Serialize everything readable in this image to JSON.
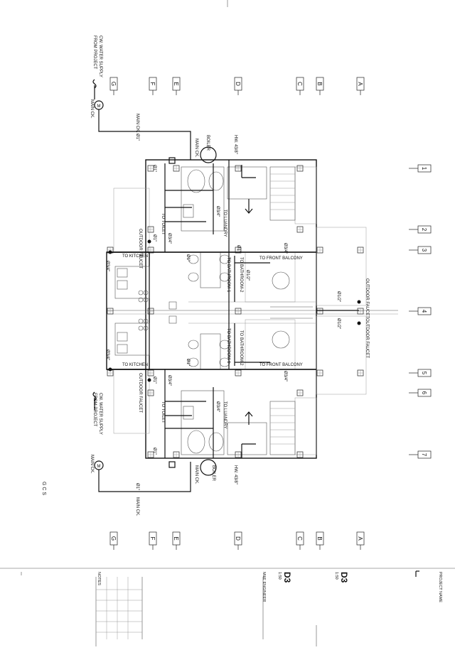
{
  "grid": {
    "rows": [
      "G",
      "F",
      "E",
      "D",
      "C",
      "B",
      "A"
    ],
    "cols": [
      "1",
      "2",
      "3",
      "4",
      "5",
      "6",
      "7"
    ]
  },
  "supply": {
    "top_line1": "CW. WATER SUPPLY",
    "top_line2": "FROM PROJECT",
    "bottom_line1": "CW. WATER SUPPLY",
    "bottom_line2": "FROM PROJECT",
    "meter": "M",
    "main_ck": "MAIN CK.",
    "main_ck2": "MAIN CK.",
    "size_1in": "Ø1\"",
    "boiler": "BOILER",
    "hw": "HW. 43/8\""
  },
  "labels": {
    "to_laundry": "TO LUANDRY",
    "to_toilet": "TO TOILET",
    "to_kitchen": "TO KITCHEN",
    "to_front_balcony": "TO FRONT BALCONY",
    "to_bathroom1": "TO BATHROOM-1",
    "to_bathroom2": "TO BATHROOM-2",
    "outdoor_faucet": "OUTDOOR FAUCET",
    "d34": "Ø3/4\"",
    "d12": "Ø1/2\"",
    "d1": "Ø1\""
  },
  "titleblock": {
    "project_name": "PROJECT NAME",
    "sheet_code1": "D3",
    "sheet_code2": "D3",
    "mep_engineer": "M&E ENGINEER",
    "notes": "NOTES",
    "scale": "1:50",
    "scale2": "1:50"
  },
  "misc": {
    "gcs": "G C S"
  }
}
